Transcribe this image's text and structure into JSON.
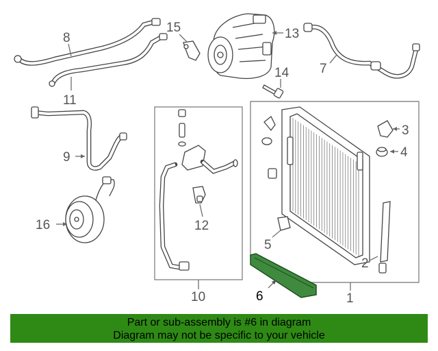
{
  "callouts": {
    "c1": "1",
    "c2": "2",
    "c3": "3",
    "c4": "4",
    "c5": "5",
    "c6": "6",
    "c7": "7",
    "c8": "8",
    "c9": "9",
    "c10": "10",
    "c11": "11",
    "c12": "12",
    "c13": "13",
    "c14": "14",
    "c15": "15",
    "c16": "16"
  },
  "banner": {
    "line1": "Part or sub-assembly is #6 in diagram",
    "line2": "Diagram may not be specific to your vehicle",
    "color": "#2e8a14"
  },
  "highlight_color": "#3f8a3f"
}
